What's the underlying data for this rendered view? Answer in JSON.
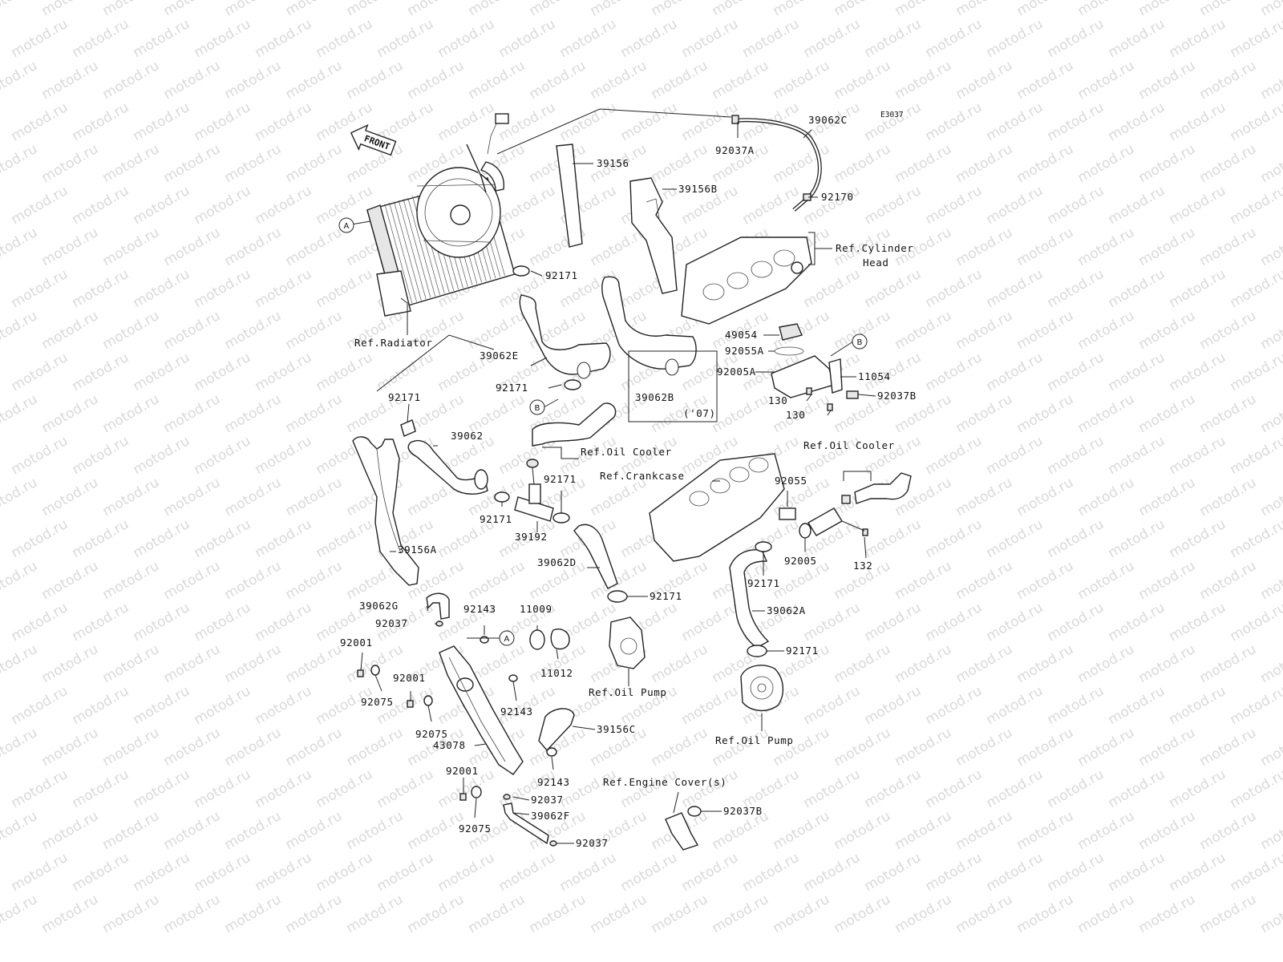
{
  "diagram_code": "E3037",
  "watermark_text": "motod.ru",
  "front_label": "FRONT",
  "markers": {
    "a": "A",
    "b": "B"
  },
  "labels": {
    "p39062C": "39062C",
    "p92037A": "92037A",
    "p39156": "39156",
    "p39156B": "39156B",
    "p92170": "92170",
    "ref_cyl_1": "Ref.Cylinder",
    "ref_cyl_2": "Head",
    "p92171_a": "92171",
    "ref_radiator": "Ref.Radiator",
    "p49054": "49054",
    "p92055A": "92055A",
    "p39062E": "39062E",
    "p92005A": "92005A",
    "p11054": "11054",
    "p92171_b": "92171",
    "p39062B": "39062B",
    "p92037B_a": "92037B",
    "p130_a": "130",
    "p130_b": "130",
    "p07": "('07)",
    "p92171_c": "92171",
    "p39062": "39062",
    "ref_oil_cooler_a": "Ref.Oil Cooler",
    "ref_oil_cooler_b": "Ref.Oil Cooler",
    "ref_crankcase": "Ref.Crankcase",
    "p92171_d": "92171",
    "p92055": "92055",
    "p92171_e": "92171",
    "p39192": "39192",
    "p39156A": "39156A",
    "p39062D": "39062D",
    "p92005": "92005",
    "p132": "132",
    "p92171_f": "92171",
    "p92171_g": "92171",
    "p39062G": "39062G",
    "p92143_a": "92143",
    "p11009": "11009",
    "p39062A": "39062A",
    "p92037_a": "92037",
    "p92001_a": "92001",
    "p11012": "11012",
    "p92171_h": "92171",
    "p92001_b": "92001",
    "ref_oil_pump_a": "Ref.Oil Pump",
    "p92075_a": "92075",
    "p92143_b": "92143",
    "p92075_b": "92075",
    "p39156C": "39156C",
    "p43078": "43078",
    "ref_oil_pump_b": "Ref.Oil Pump",
    "p92001_c": "92001",
    "p92143_c": "92143",
    "ref_engine_cover": "Ref.Engine Cover(s)",
    "p92037_b": "92037",
    "p92037B_b": "92037B",
    "p39062F": "39062F",
    "p92075_c": "92075",
    "p92037_c": "92037"
  }
}
